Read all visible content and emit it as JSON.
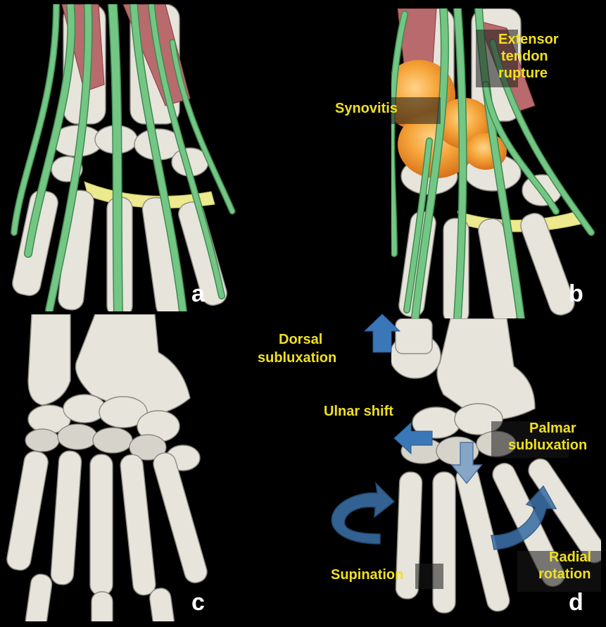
{
  "panels": [
    {
      "id": "a",
      "letter": "a"
    },
    {
      "id": "b",
      "letter": "b"
    },
    {
      "id": "c",
      "letter": "c"
    },
    {
      "id": "d",
      "letter": "d"
    }
  ],
  "labels": {
    "extensor_line1": "Extensor",
    "extensor_line2": "tendon",
    "extensor_line3": "rupture",
    "synovitis": "Synovitis",
    "dorsal_line1": "Dorsal",
    "dorsal_line2": "subluxation",
    "ulnar_shift": "Ulnar shift",
    "palmar_line1": "Palmar",
    "palmar_line2": "subluxation",
    "supination": "Supination",
    "radial_line1": "Radial",
    "radial_line2": "rotation"
  },
  "colors": {
    "background": "#000000",
    "label_text": "#f0e020",
    "panel_letter": "#ffffff",
    "tendon": "#74c684",
    "muscle": "#b86a6c",
    "bone": "#e7e4dc",
    "ligament": "#ece98e",
    "synovitis": "#f39a2c",
    "arrow": "#3a77b8"
  }
}
